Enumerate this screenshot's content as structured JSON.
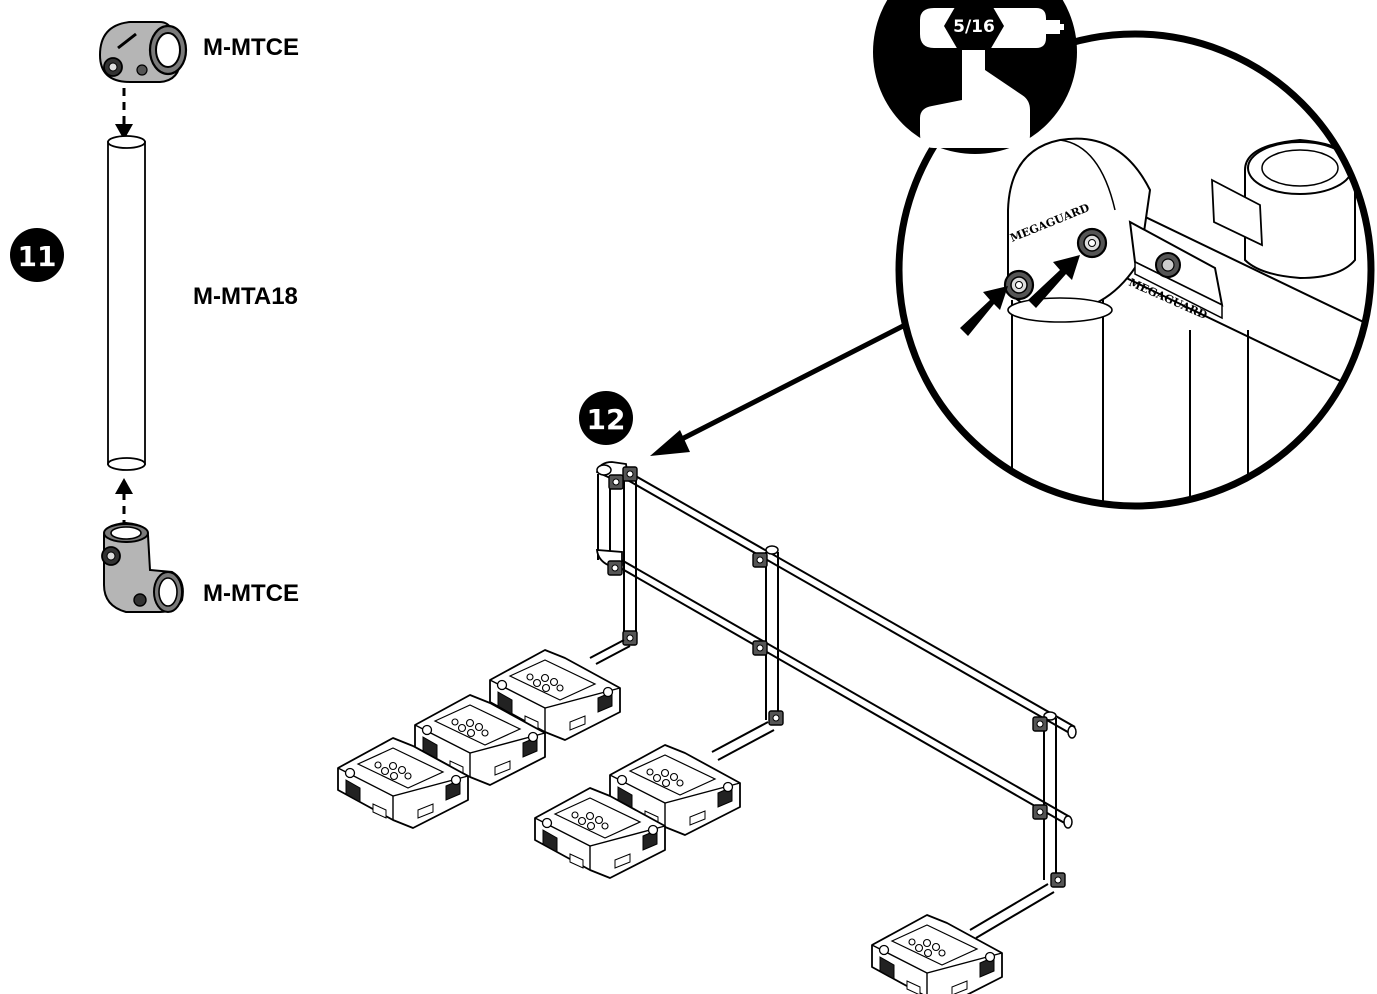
{
  "steps": {
    "eleven": {
      "number": "11"
    },
    "twelve": {
      "number": "12"
    }
  },
  "parts": {
    "top_elbow": "M-MTCE",
    "post": "M-MTA18",
    "bottom_elbow": "M-MTCE"
  },
  "tool": {
    "socket_size": "5/16"
  },
  "brand": {
    "text": "MEGAGUARD"
  }
}
